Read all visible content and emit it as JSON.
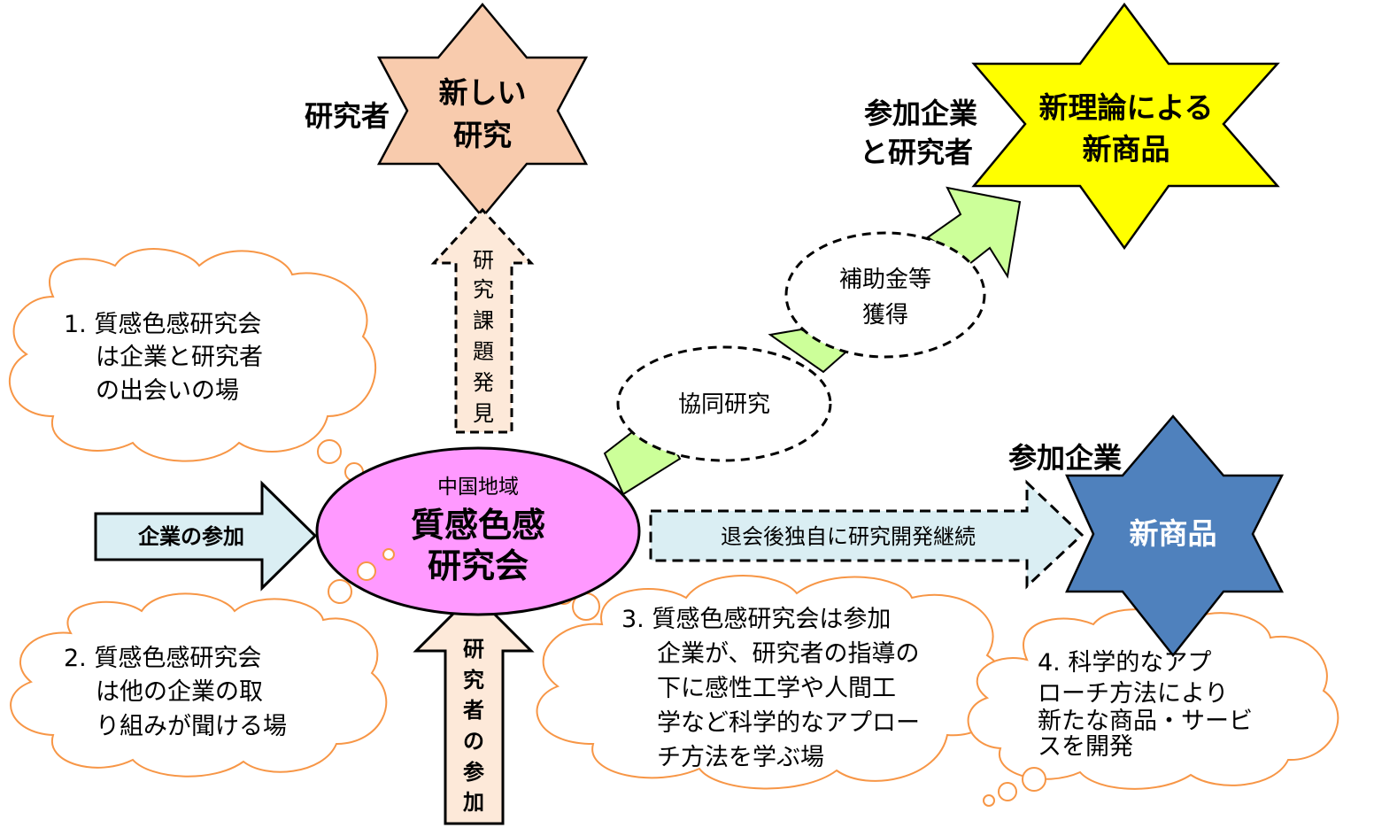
{
  "stars": {
    "new_research": {
      "lines": [
        "新しい",
        "研究"
      ],
      "side_label": "研究者",
      "color": "#f8cbad"
    },
    "new_theory": {
      "lines": [
        "新理論による",
        "新商品"
      ],
      "side_label": [
        "参加企業",
        "と研究者"
      ],
      "color": "#ffff00"
    },
    "new_product": {
      "lines": [
        "新商品"
      ],
      "side_label": "参加企業",
      "color": "#4f81bd"
    }
  },
  "center": {
    "region": "中国地域",
    "lines": [
      "質感色感",
      "研究会"
    ],
    "color": "#ff99ff"
  },
  "arrows": {
    "company_join": "企業の参加",
    "research_topic": [
      "研",
      "究",
      "課",
      "題",
      "発",
      "見"
    ],
    "researcher_join": [
      "研",
      "究",
      "者",
      "の",
      "参",
      "加"
    ],
    "independent": "退会後独自に研究開発継続"
  },
  "ovals": {
    "collab": "協同研究",
    "subsidy": [
      "補助金等",
      "獲得"
    ]
  },
  "clouds": {
    "c1": [
      "1. 質感色感研究会",
      "は企業と研究者",
      "の出会いの場"
    ],
    "c2": [
      "2. 質感色感研究会",
      "は他の企業の取",
      "り組みが聞ける場"
    ],
    "c3": [
      "3. 質感色感研究会は参加",
      "企業が、研究者の指導の",
      "下に感性工学や人間工",
      "学など科学的なアプロー",
      "チ方法を学ぶ場"
    ],
    "c4": [
      "4. 科学的なアプ",
      "ローチ方法により",
      "新たな商品・サービ",
      "スを開発"
    ]
  },
  "colors": {
    "cloud_border": "#f79646",
    "arrow_fill": "#daeef3",
    "green_connector": "#ccff99",
    "peach_arrow": "#fde9d9"
  }
}
